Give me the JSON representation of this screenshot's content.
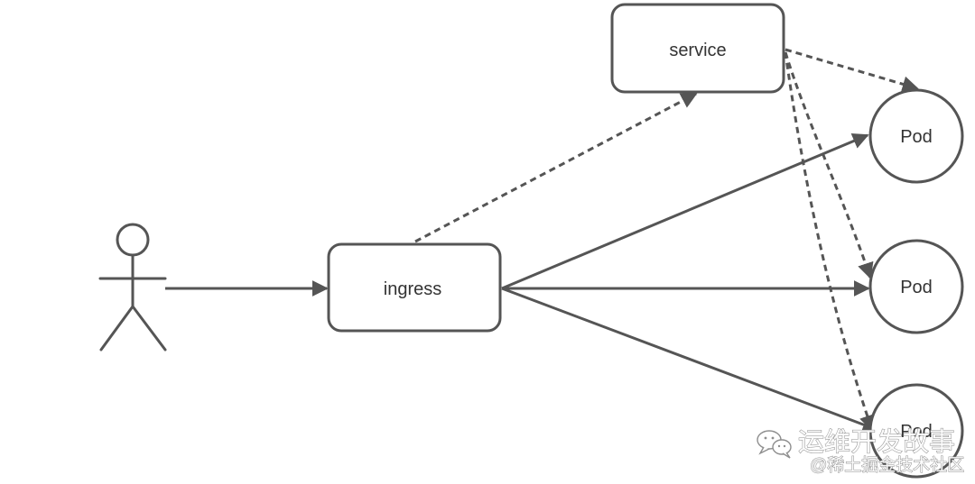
{
  "diagram": {
    "nodes": {
      "service": {
        "label": "service"
      },
      "ingress": {
        "label": "ingress"
      },
      "pods": [
        {
          "label": "Pod"
        },
        {
          "label": "Pod"
        },
        {
          "label": "Pod"
        }
      ]
    }
  },
  "watermark": {
    "title": "运维开发故事",
    "subtitle": "@稀土掘金技术社区"
  },
  "colors": {
    "stroke": "#555555",
    "text": "#333333",
    "background": "#ffffff"
  }
}
